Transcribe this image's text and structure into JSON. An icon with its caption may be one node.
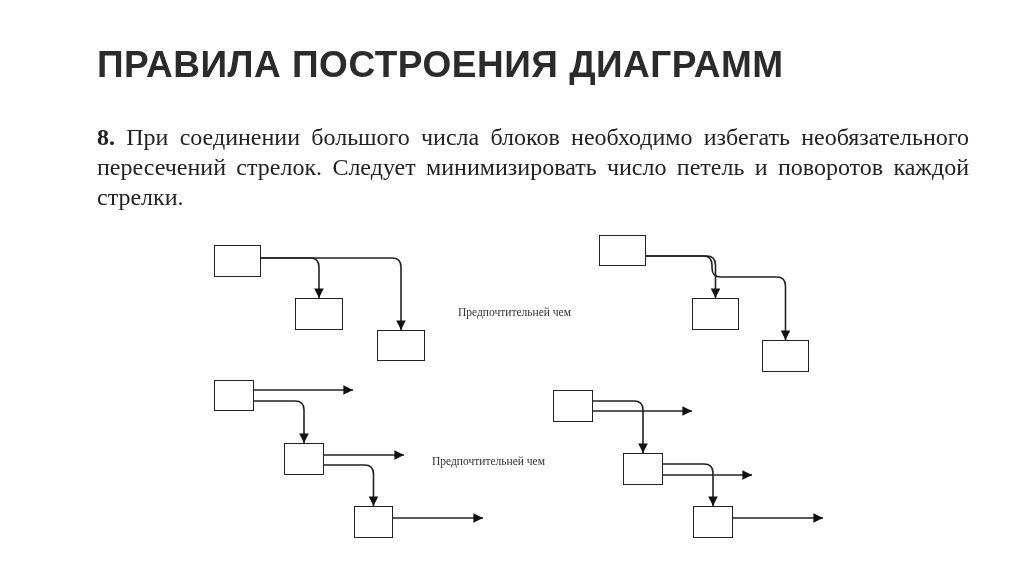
{
  "diagram": {
    "title": "ПРАВИЛА ПОСТРОЕНИЯ ДИАГРАММ",
    "nodes": [
      {
        "text": [],
        "shape": "box"
      },
      {
        "text": [],
        "shape": "box"
      },
      {
        "text": [],
        "shape": "box"
      },
      {
        "text": [],
        "shape": "box"
      },
      {
        "text": [],
        "shape": "box"
      },
      {
        "text": [],
        "shape": "box"
      },
      {
        "text": [],
        "shape": "box"
      },
      {
        "text": [],
        "shape": "box"
      },
      {
        "text": [],
        "shape": "box"
      },
      {
        "text": [],
        "shape": "box"
      },
      {
        "text": [],
        "shape": "box"
      },
      {
        "text": [],
        "shape": "box"
      }
    ],
    "edges": [
      {
        "from": 0,
        "to": 1,
        "arrow": "to"
      },
      {
        "from": 0,
        "to": 2,
        "arrow": "to"
      },
      {
        "from": 3,
        "to": 4,
        "arrow": "to"
      },
      {
        "from": 3,
        "to": 5,
        "arrow": "to"
      },
      {
        "from": 6,
        "to": null,
        "arrow": "to"
      },
      {
        "from": 6,
        "to": 7,
        "arrow": "to"
      },
      {
        "from": 7,
        "to": null,
        "arrow": "to"
      },
      {
        "from": 7,
        "to": 8,
        "arrow": "to"
      },
      {
        "from": 8,
        "to": null,
        "arrow": "to"
      },
      {
        "from": 9,
        "to": 10,
        "arrow": "to"
      },
      {
        "from": 9,
        "to": null,
        "arrow": "to"
      },
      {
        "from": 10,
        "to": 11,
        "arrow": "to"
      },
      {
        "from": 10,
        "to": null,
        "arrow": "to"
      },
      {
        "from": 11,
        "to": null,
        "arrow": "to"
      }
    ],
    "labels": [
      "**8.** При соединении большого числа блоков необходимо избегать необязательного пересечений стрелок. Следует минимизировать число петель и поворотов каждой стрелки.",
      "Предпочтительней чем",
      "Предпочтительней чем"
    ]
  }
}
